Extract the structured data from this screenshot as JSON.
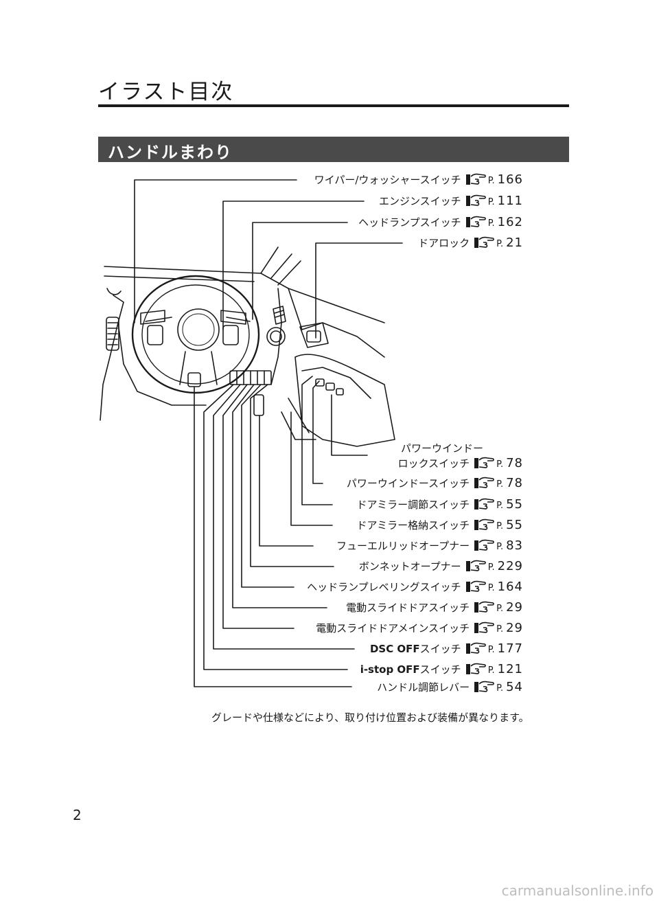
{
  "page_title": "イラスト目次",
  "section_title": "ハンドルまわり",
  "page_prefix": "P.",
  "callouts_top": [
    {
      "label": "ワイパー/ウォッシャースイッチ",
      "page": "166"
    },
    {
      "label": "エンジンスイッチ",
      "page": "111"
    },
    {
      "label": "ヘッドランプスイッチ",
      "page": "162"
    },
    {
      "label": "ドアロック",
      "page": "21"
    }
  ],
  "callout_lock": {
    "line1": "パワーウインドー",
    "line2": "ロックスイッチ",
    "page": "78"
  },
  "callouts_bottom": [
    {
      "label": "パワーウインドースイッチ",
      "page": "78"
    },
    {
      "label": "ドアミラー調節スイッチ",
      "page": "55"
    },
    {
      "label": "ドアミラー格納スイッチ",
      "page": "55"
    },
    {
      "label": "フューエルリッドオープナー",
      "page": "83"
    },
    {
      "label": "ボンネットオープナー",
      "page": "229"
    },
    {
      "label": "ヘッドランプレベリングスイッチ",
      "page": "164"
    },
    {
      "label": "電動スライドドアスイッチ",
      "page": "29"
    },
    {
      "label": "電動スライドドアメインスイッチ",
      "page": "29"
    },
    {
      "label_bold": "DSC OFF",
      "label": "スイッチ",
      "page": "177"
    },
    {
      "label_bold": "i-stop OFF",
      "label": "スイッチ",
      "page": "121"
    },
    {
      "label": "ハンドル調節レバー",
      "page": "54"
    }
  ],
  "footnote": "グレードや仕様などにより、取り付け位置および装備が異なります。",
  "page_number": "2",
  "watermark": "carmanualsonline.info",
  "icon": "pointing-hand-icon"
}
